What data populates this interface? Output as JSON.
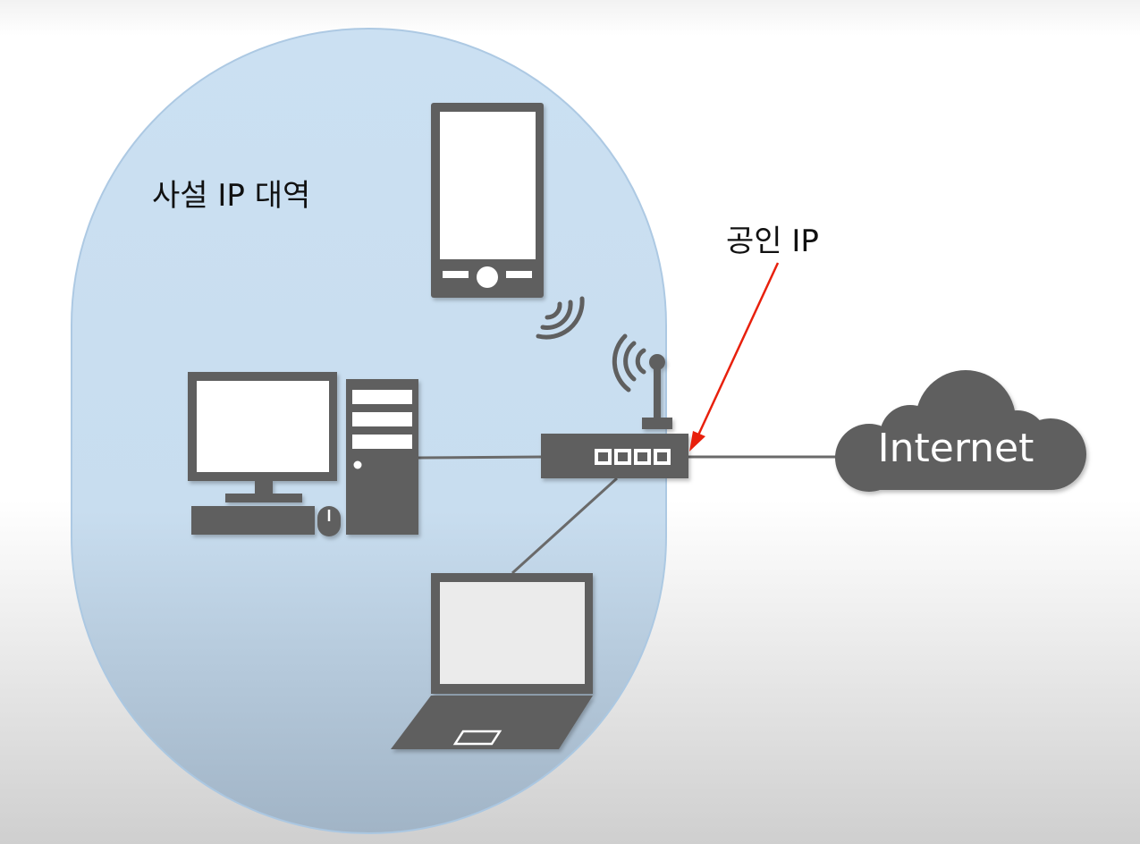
{
  "zone": {
    "label": "사설 IP 대역"
  },
  "annotation": {
    "label": "공인 IP"
  },
  "cloud": {
    "label": "Internet"
  },
  "colors": {
    "device": "#5f5f5f",
    "screen": "#ffffff",
    "laptop_screen": "#ebebeb",
    "zone_fill": "#c8dff2",
    "zone_stroke": "#a9c7e2",
    "link": "#6a6a6a",
    "arrow": "#e8200c"
  },
  "icons": [
    "smartphone-icon",
    "wifi-signal-icon",
    "router-icon",
    "desktop-computer-icon",
    "laptop-icon",
    "cloud-icon"
  ]
}
